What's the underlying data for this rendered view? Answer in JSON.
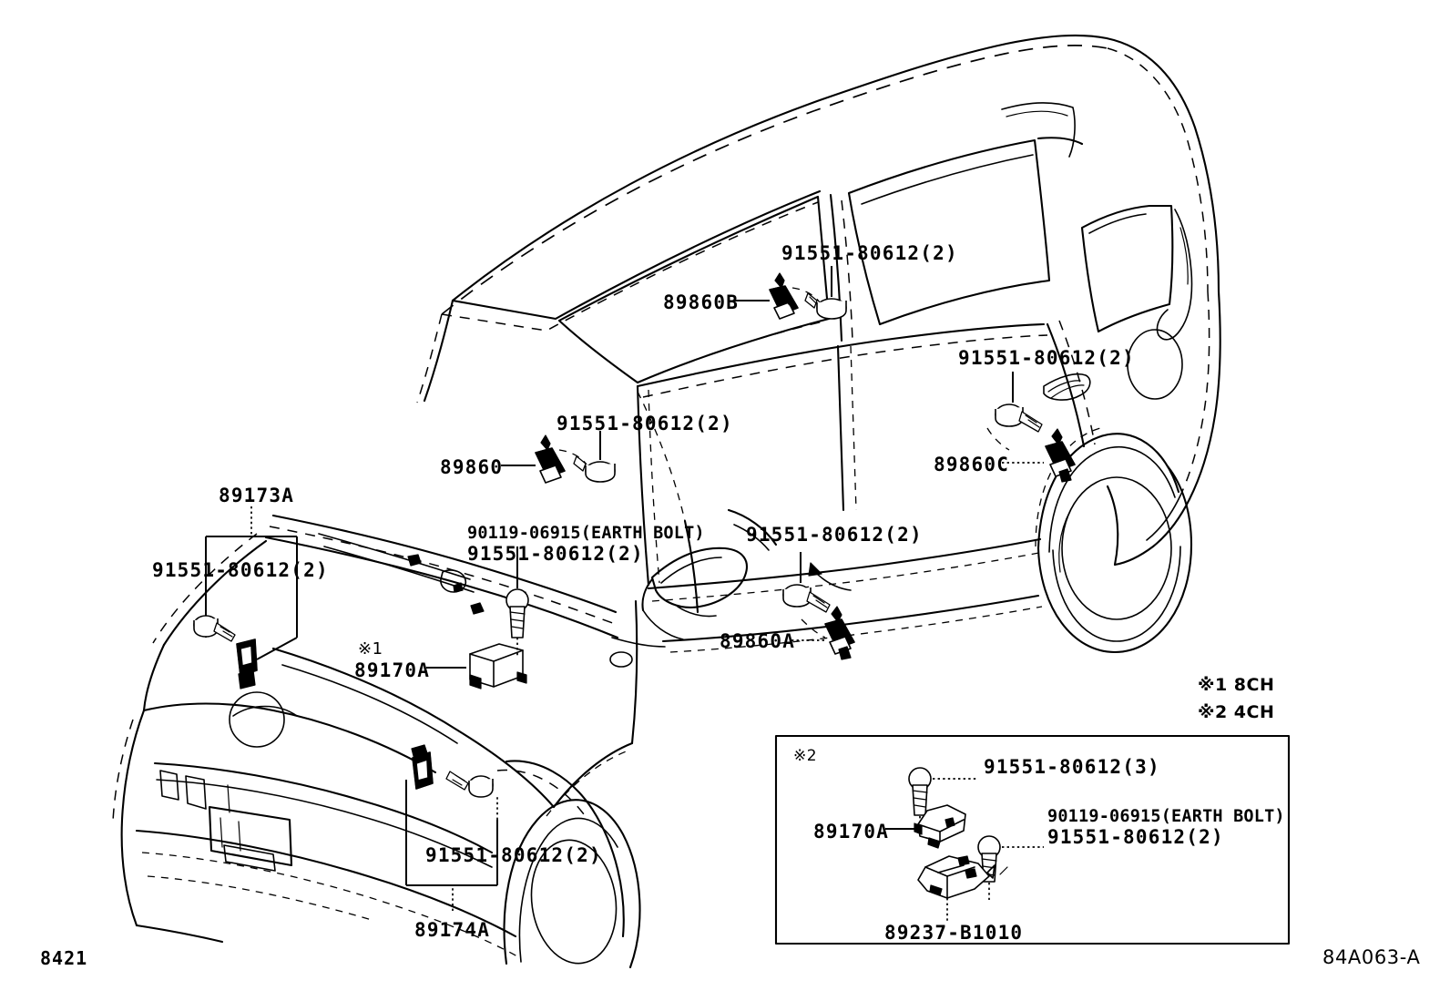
{
  "sheet": {
    "page_code": "8421",
    "drawing_number": "84A063-A"
  },
  "legend": {
    "note1": "※1 8CH",
    "note2": "※2 4CH"
  },
  "markers": {
    "star1": "※1",
    "star2": "※2"
  },
  "callouts": {
    "sensor_front_left_bracket": "89173A",
    "sensor_front_lower_bracket": "89174A",
    "bolt_front_left": "91551-80612(2)",
    "bolt_front_lower": "91551-80612(2)",
    "airbag_sensor_front": "89860",
    "bolt_airbag_front": "91551-80612(2)",
    "airbag_sensor_b": "89860B",
    "bolt_airbag_b": "91551-80612(2)",
    "airbag_sensor_c": "89860C",
    "bolt_airbag_c": "91551-80612(2)",
    "airbag_sensor_a": "89860A",
    "bolt_airbag_a": "91551-80612(2)",
    "ecu_main": "89170A",
    "earth_bolt_main": "90119-06915(EARTH BOLT)",
    "bolt_ecu_main": "91551-80612(2)"
  },
  "inset": {
    "marker": "※2",
    "ecu": "89170A",
    "bolt_top": "91551-80612(3)",
    "earth_bolt": "90119-06915(EARTH BOLT)",
    "bolt_side": "91551-80612(2)",
    "bracket": "89237-B1010"
  },
  "colors": {
    "line": "#000000",
    "background": "#ffffff"
  }
}
